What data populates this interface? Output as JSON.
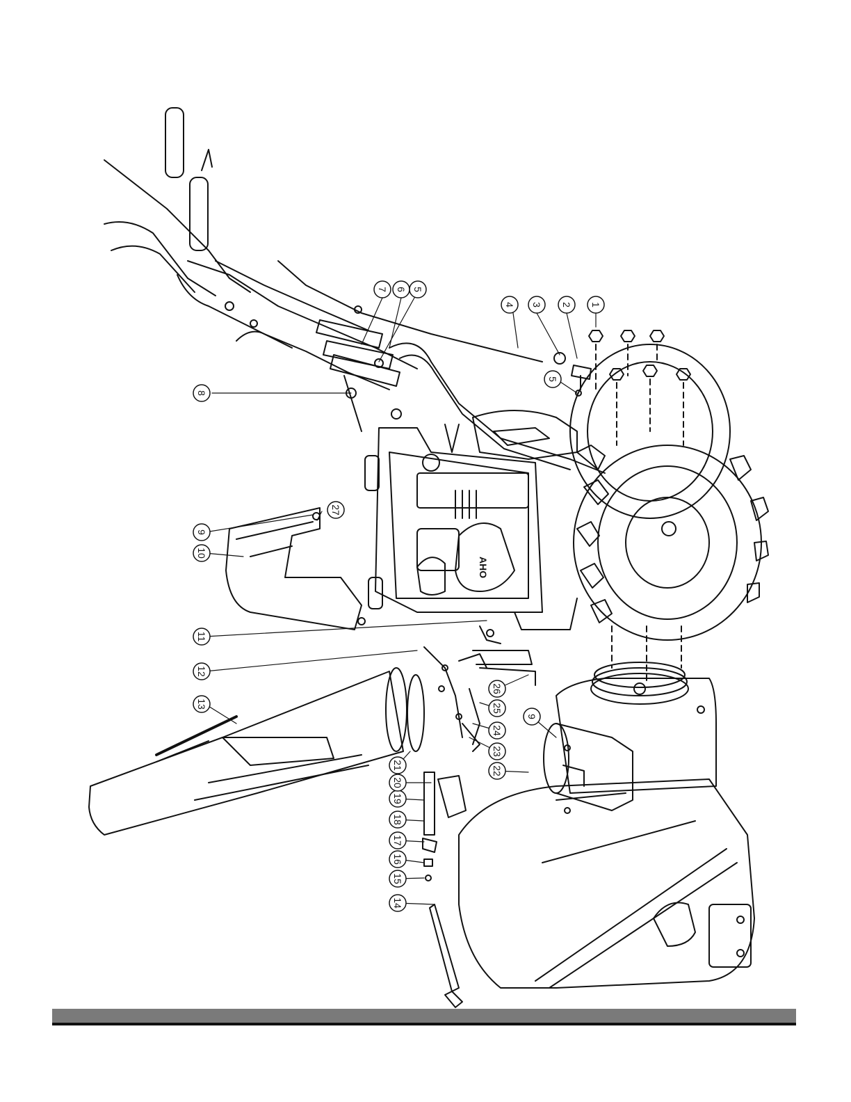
{
  "callouts": [
    {
      "id": "c1",
      "label": "1"
    },
    {
      "id": "c2",
      "label": "2"
    },
    {
      "id": "c3",
      "label": "3"
    },
    {
      "id": "c4",
      "label": "4"
    },
    {
      "id": "c5a",
      "label": "5"
    },
    {
      "id": "c5b",
      "label": "5"
    },
    {
      "id": "c6",
      "label": "6"
    },
    {
      "id": "c7",
      "label": "7"
    },
    {
      "id": "c8",
      "label": "8"
    },
    {
      "id": "c9a",
      "label": "9"
    },
    {
      "id": "c9b",
      "label": "9"
    },
    {
      "id": "c10",
      "label": "10"
    },
    {
      "id": "c11",
      "label": "11"
    },
    {
      "id": "c12",
      "label": "12"
    },
    {
      "id": "c13",
      "label": "13"
    },
    {
      "id": "c14",
      "label": "14"
    },
    {
      "id": "c15",
      "label": "15"
    },
    {
      "id": "c16",
      "label": "16"
    },
    {
      "id": "c17",
      "label": "17"
    },
    {
      "id": "c18",
      "label": "18"
    },
    {
      "id": "c19",
      "label": "19"
    },
    {
      "id": "c20",
      "label": "20"
    },
    {
      "id": "c21",
      "label": "21"
    },
    {
      "id": "c22",
      "label": "22"
    },
    {
      "id": "c23",
      "label": "23"
    },
    {
      "id": "c24",
      "label": "24"
    },
    {
      "id": "c25",
      "label": "25"
    },
    {
      "id": "c26",
      "label": "26"
    },
    {
      "id": "c27",
      "label": "27"
    }
  ],
  "engine_brand": "AHO",
  "colors": {
    "line": "#111111",
    "footer": "#7a7a7a"
  }
}
